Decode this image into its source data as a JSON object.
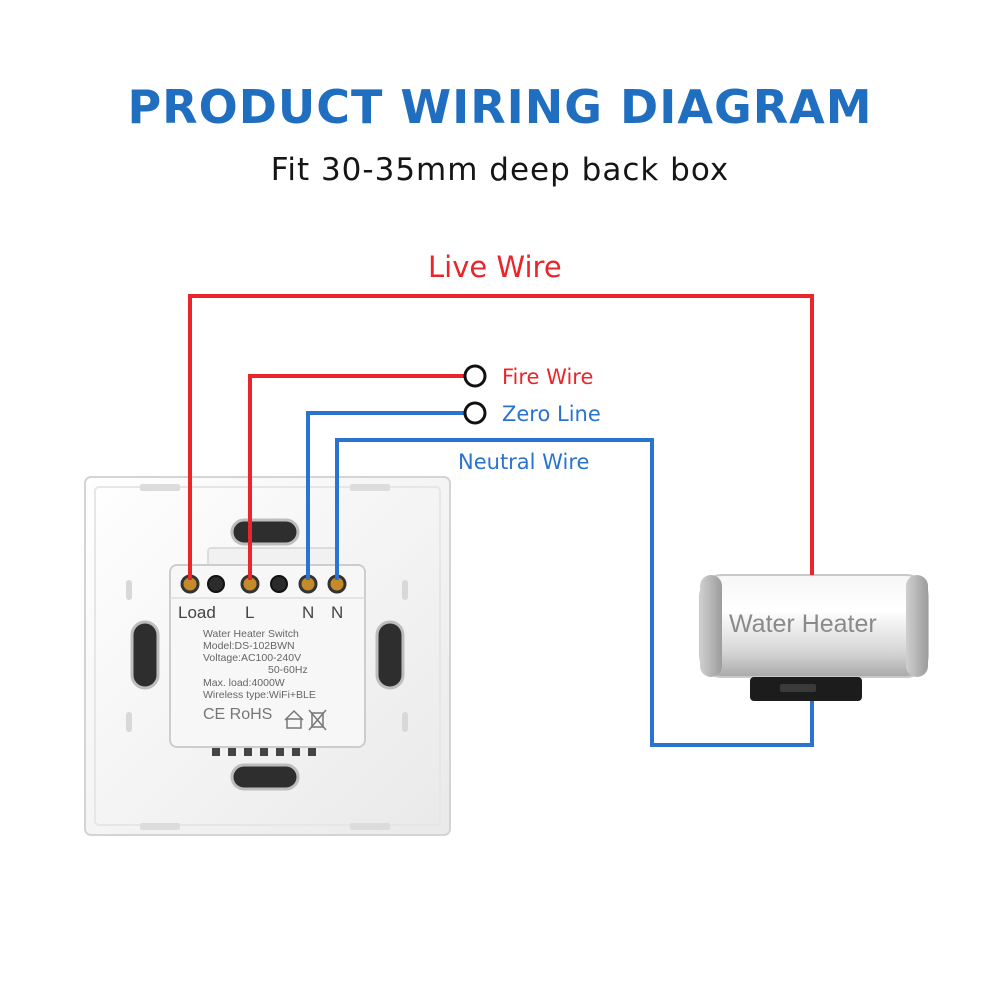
{
  "header": {
    "title": "PRODUCT WIRING DIAGRAM",
    "subtitle": "Fit 30-35mm deep back box"
  },
  "wires": {
    "live": "Live Wire",
    "fire": "Fire Wire",
    "zero": "Zero Line",
    "neutral": "Neutral Wire"
  },
  "switch": {
    "terminals": [
      "Load",
      "L",
      "N",
      "N"
    ],
    "specs": [
      "Water Heater Switch",
      "Model:DS-102BWN",
      "Voltage:AC100-240V",
      "50-60Hz",
      "Max. load:4000W",
      "Wireless type:WiFi+BLE"
    ],
    "marks": "CE RoHS"
  },
  "heater": {
    "label": "Water Heater"
  },
  "colors": {
    "title": "#1f6ec0",
    "live": "#e8262b",
    "neutral": "#2a73cf"
  }
}
